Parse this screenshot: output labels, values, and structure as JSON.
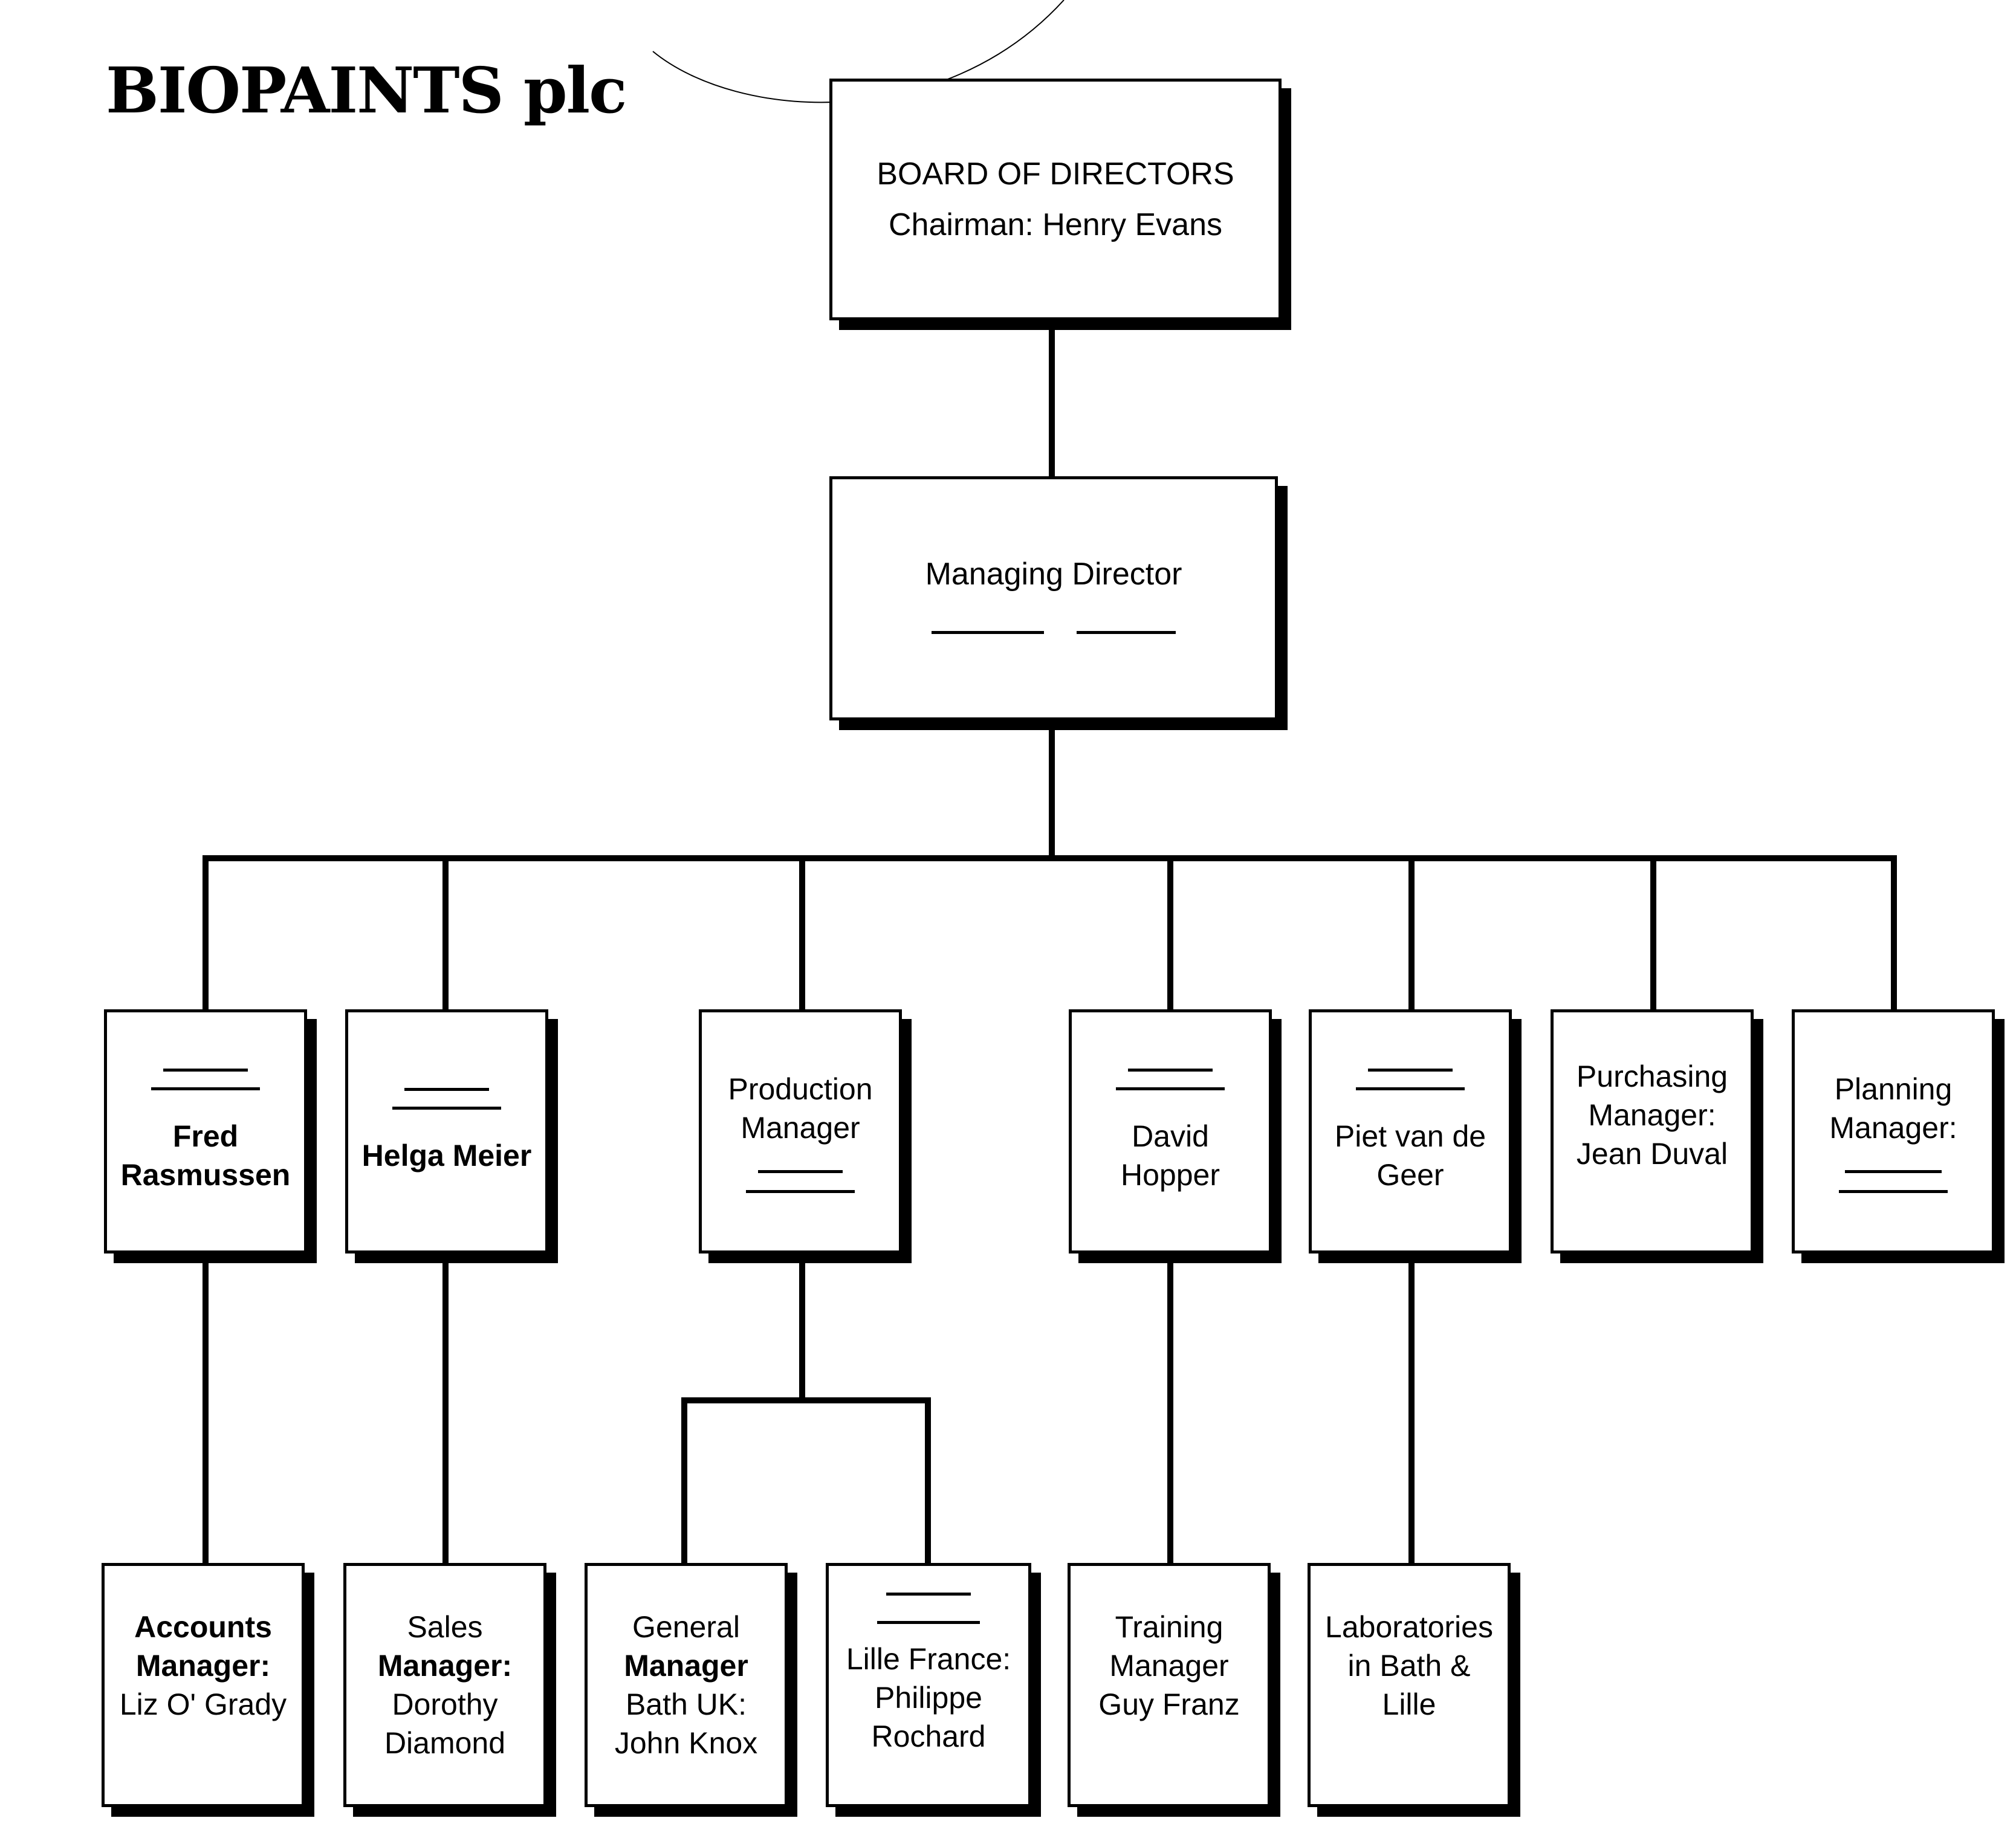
{
  "company": {
    "title": "BIOPAINTS plc"
  },
  "board": {
    "title": "BOARD OF DIRECTORS",
    "chairman": "Chairman: Henry Evans"
  },
  "managing_director": {
    "title": "Managing Director"
  },
  "level2": {
    "fred": {
      "line1": "Fred",
      "line2": "Rasmussen"
    },
    "helga": {
      "name": "Helga Meier"
    },
    "production": {
      "line1": "Production",
      "line2": "Manager"
    },
    "david": {
      "line1": "David",
      "line2": "Hopper"
    },
    "piet": {
      "line1": "Piet van de",
      "line2": "Geer"
    },
    "purchasing": {
      "line1": "Purchasing",
      "line2": "Manager:",
      "line3": "Jean Duval"
    },
    "planning": {
      "line1": "Planning",
      "line2": "Manager:"
    }
  },
  "level3": {
    "accounts": {
      "line1": "Accounts",
      "line2": "Manager:",
      "line3": "Liz O' Grady"
    },
    "sales": {
      "line1": "Sales",
      "line2": "Manager:",
      "line3": "Dorothy",
      "line4": "Diamond"
    },
    "bath": {
      "line1": "General",
      "line2": "Manager",
      "line3": "Bath UK:",
      "line4": "John Knox"
    },
    "lille": {
      "line1": "Lille France:",
      "line2": "Philippe",
      "line3": "Rochard"
    },
    "training": {
      "line1": "Training",
      "line2": "Manager",
      "line3": "Guy Franz"
    },
    "labs": {
      "line1": "Laboratories",
      "line2": "in Bath &",
      "line3": "Lille"
    }
  }
}
